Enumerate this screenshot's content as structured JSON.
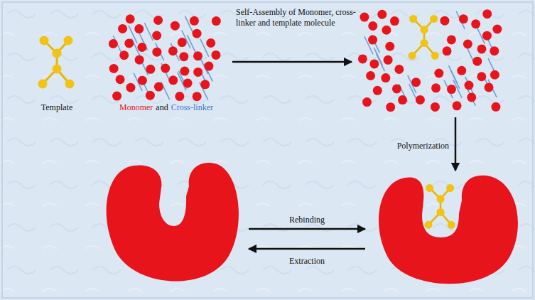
{
  "diagram": {
    "labels": [
      "Template",
      "Monomer",
      "and",
      "Cross-linker",
      "Self-Assembly of Monomer, cross-linker and template molecule",
      "Polymerization",
      "Rebinding",
      "Extraction"
    ]
  }
}
